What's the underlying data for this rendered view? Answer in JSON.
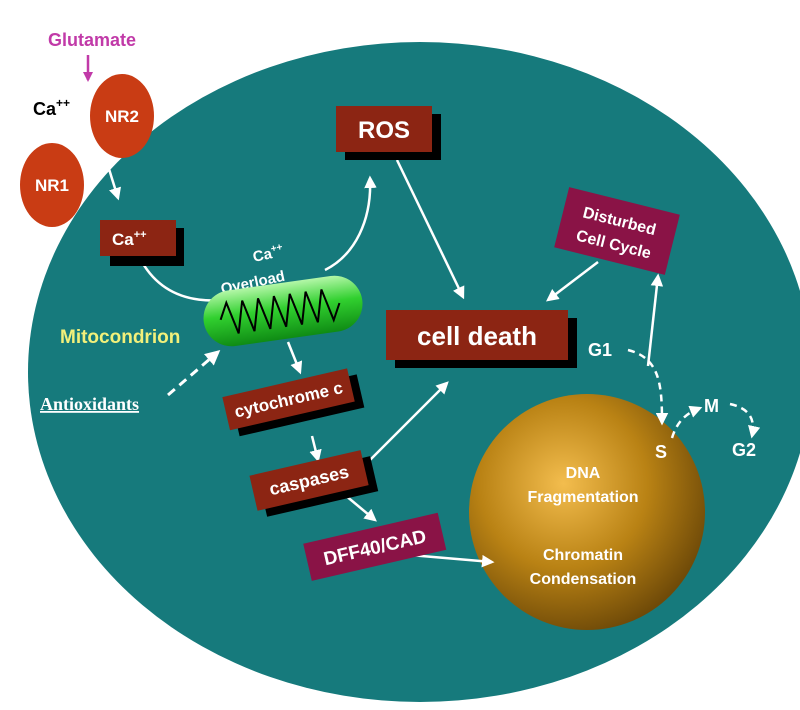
{
  "colors": {
    "cell": "#167a7c",
    "box_brown": "#8c2513",
    "box_magenta": "#8a1346",
    "receptor": "#c93c14",
    "mito_green": "#2fcf2f",
    "nucleus": "#a8720f",
    "glutamate": "#c13aa8"
  },
  "labels": {
    "glutamate": "Glutamate",
    "ca_ext": "Ca",
    "ca_sup": "++",
    "nr2": "NR2",
    "nr1": "NR1",
    "ca_box": "Ca",
    "ca_box_sup": "++",
    "ros": "ROS",
    "ca_overload_1": "Ca",
    "ca_overload_1_sup": "++",
    "ca_overload_2": "Overload",
    "mitochondrion": "Mitocondrion",
    "antioxidants": "Antioxidants",
    "cytochrome": "cytochrome c",
    "caspases": "caspases",
    "dff": "DFF40/CAD",
    "cell_death": "cell death",
    "disturbed_1": "Disturbed",
    "disturbed_2": "Cell Cycle",
    "g1": "G1",
    "s": "S",
    "m": "M",
    "g2": "G2",
    "dna_1": "DNA",
    "dna_2": "Fragmentation",
    "chromatin_1": "Chromatin",
    "chromatin_2": "Condensation"
  }
}
